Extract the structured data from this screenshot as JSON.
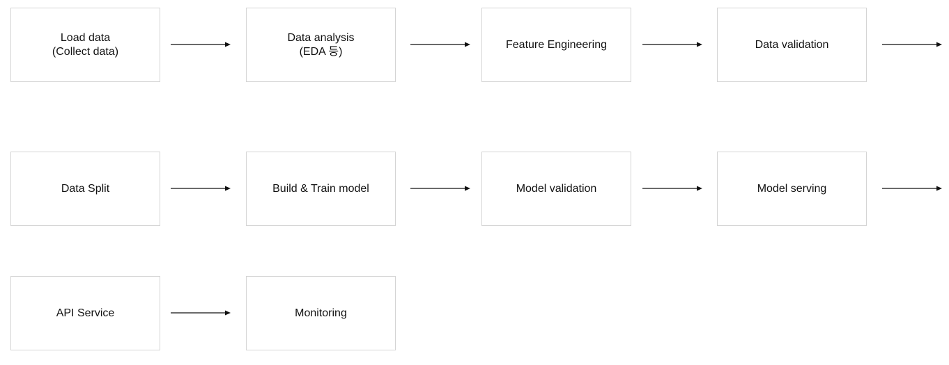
{
  "steps": [
    {
      "lines": [
        "Load data",
        "(Collect data)"
      ]
    },
    {
      "lines": [
        "Data analysis",
        "(EDA 등)"
      ]
    },
    {
      "lines": [
        "Feature Engineering"
      ]
    },
    {
      "lines": [
        "Data validation"
      ]
    },
    {
      "lines": [
        "Data Split"
      ]
    },
    {
      "lines": [
        "Build & Train model"
      ]
    },
    {
      "lines": [
        "Model validation"
      ]
    },
    {
      "lines": [
        "Model serving"
      ]
    },
    {
      "lines": [
        "API Service"
      ]
    },
    {
      "lines": [
        "Monitoring"
      ]
    }
  ],
  "colors": {
    "box_border": "#d4d4d4",
    "text": "#111111",
    "arrow": "#111111"
  }
}
